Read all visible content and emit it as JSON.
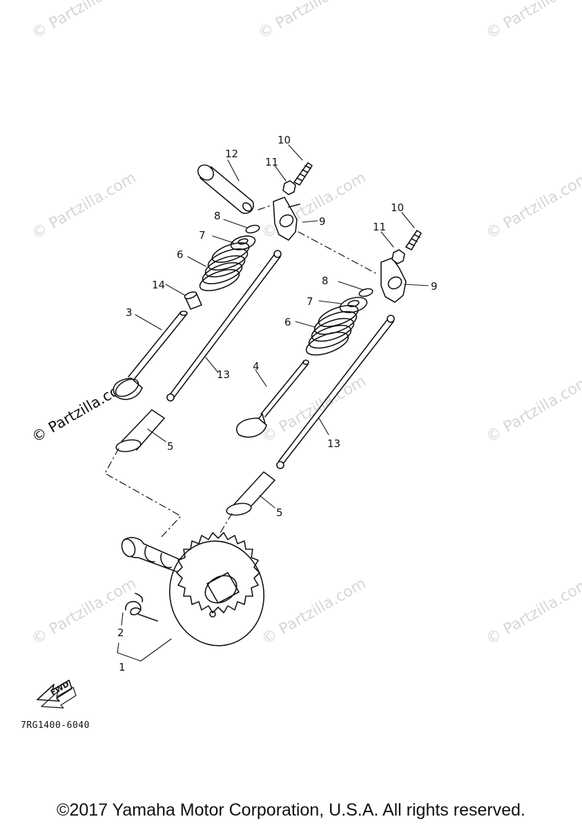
{
  "watermark": "© Partzilla.com",
  "diagram_code": "7RG1400-6040",
  "copyright": "©2017 Yamaha Motor Corporation, U.S.A. All rights reserved.",
  "fwd_label": "FWD",
  "callouts": {
    "c1": "1",
    "c2": "2",
    "c3": "3",
    "c4": "4",
    "c5a": "5",
    "c5b": "5",
    "c6a": "6",
    "c6b": "6",
    "c7a": "7",
    "c7b": "7",
    "c8a": "8",
    "c8b": "8",
    "c9a": "9",
    "c9b": "9",
    "c10a": "10",
    "c10b": "10",
    "c11a": "11",
    "c11b": "11",
    "c12": "12",
    "c13a": "13",
    "c13b": "13",
    "c14": "14"
  }
}
